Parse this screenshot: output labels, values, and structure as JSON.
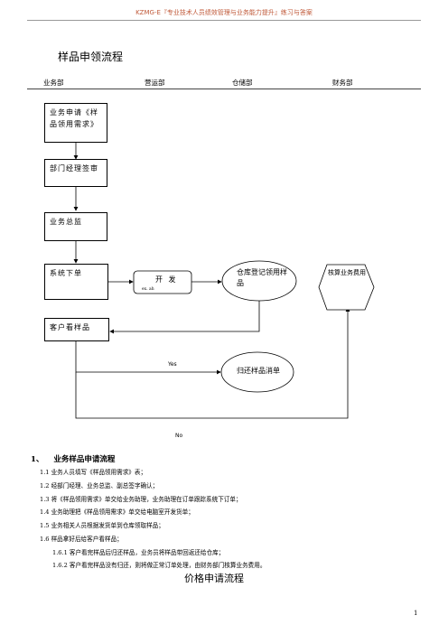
{
  "header": {
    "text": "KZMG-E『专业技术人员绩效管理与业务能力提升』练习与答案"
  },
  "doc_title": "样品申领流程",
  "departments": [
    "业务部",
    "营运部",
    "仓储部",
    "财务部"
  ],
  "flow": {
    "apply": "业务申请《样品领用需求》",
    "manager": "部门经理签审",
    "director": "业务总监",
    "order": "系统下单",
    "develop": "开 发",
    "develop_sub": "ex. ah",
    "warehouse": "仓库登记领用样品",
    "finance": "核算业务费用",
    "customer": "客户看样品",
    "return": "归还样品消单",
    "yes_label": "Yes",
    "no_label": "No"
  },
  "section": {
    "heading_num": "1、",
    "heading": "业务样品申请流程",
    "items": [
      "1.1    业务人员填写《样品领用需求》表；",
      "1.2    经部门经理、业务总监、副总签字确认；",
      "1.3    将《样品领用需求》单交给业务助理，业务助理在订单跟踪系统下订单；",
      "1.4    业务助理把《样品领用需求》单交给电脑室开发货单；",
      "1.5    业务相关人员根据发货单到仓库领取样品；",
      "1.6 样品拿好后给客户看样品；",
      "1.6.1 客户看完样品后归还样品，业务员将样品带回返还给仓库；",
      "1.6.2    客户看完样品没有归还，则将做正常订单处理，由财务部门核算业务费用。"
    ]
  },
  "next_title": "价格申请流程",
  "page_number": "1"
}
